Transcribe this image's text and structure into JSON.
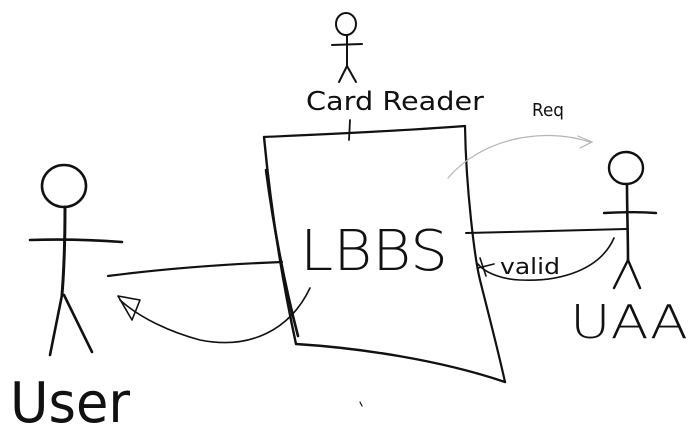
{
  "diagram": {
    "system": {
      "label": "LBBS"
    },
    "actors": [
      {
        "id": "card-reader",
        "label": "Card Reader"
      },
      {
        "id": "user",
        "label": "User"
      },
      {
        "id": "uaa",
        "label": "UAA"
      }
    ],
    "edges": [
      {
        "from": "card-reader",
        "to": "system"
      },
      {
        "from": "user",
        "to": "system"
      },
      {
        "from": "system",
        "to": "user"
      },
      {
        "from": "system",
        "to": "uaa",
        "label": "Req"
      },
      {
        "from": "system",
        "to": "uaa"
      },
      {
        "from": "uaa",
        "to": "system",
        "label": "valid"
      }
    ]
  }
}
